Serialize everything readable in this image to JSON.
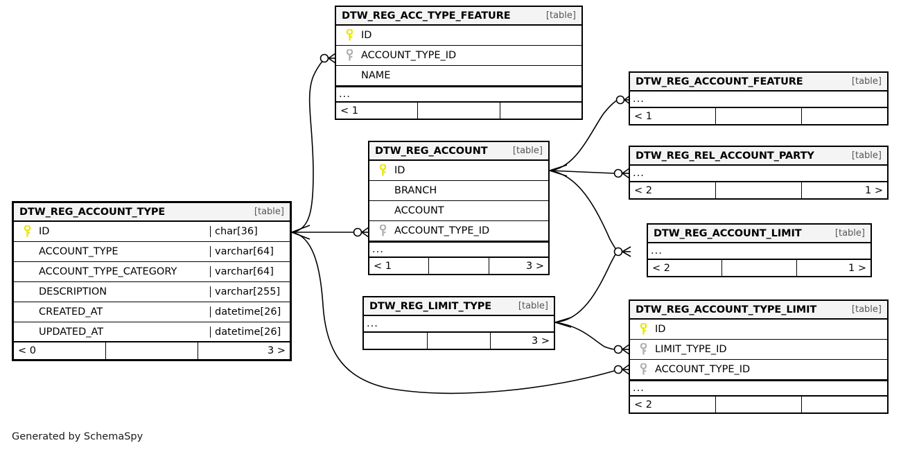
{
  "diagram": {
    "type": "entity-relationship-diagram",
    "generator_note": "Generated by SchemaSpy",
    "table_tag": "[table]",
    "ellipsis": "...",
    "key_colors": {
      "primary": "#e8e800",
      "foreign": "#b0b0b0"
    },
    "header_fill": "#f4f4f4",
    "border_color": "#000000"
  },
  "tables": [
    {
      "id": "acc_type_feature",
      "name": "DTW_REG_ACC_TYPE_FEATURE",
      "tag": "[table]",
      "columns": [
        {
          "key": "primary",
          "name": "ID",
          "type": ""
        },
        {
          "key": "foreign",
          "name": "ACCOUNT_TYPE_ID",
          "type": ""
        },
        {
          "key": "none",
          "name": "NAME",
          "type": ""
        }
      ],
      "has_ellipsis": true,
      "footer": [
        "< 1",
        "",
        ""
      ]
    },
    {
      "id": "account_feature",
      "name": "DTW_REG_ACCOUNT_FEATURE",
      "tag": "[table]",
      "columns": [],
      "has_ellipsis": true,
      "footer": [
        "< 1",
        "",
        ""
      ]
    },
    {
      "id": "rel_account_party",
      "name": "DTW_REG_REL_ACCOUNT_PARTY",
      "tag": "[table]",
      "columns": [],
      "has_ellipsis": true,
      "footer": [
        "< 2",
        "",
        "1 >"
      ]
    },
    {
      "id": "account",
      "name": "DTW_REG_ACCOUNT",
      "tag": "[table]",
      "columns": [
        {
          "key": "primary",
          "name": "ID",
          "type": ""
        },
        {
          "key": "none",
          "name": "BRANCH",
          "type": ""
        },
        {
          "key": "none",
          "name": "ACCOUNT",
          "type": ""
        },
        {
          "key": "foreign",
          "name": "ACCOUNT_TYPE_ID",
          "type": ""
        }
      ],
      "has_ellipsis": true,
      "footer": [
        "< 1",
        "",
        "3 >"
      ]
    },
    {
      "id": "account_limit",
      "name": "DTW_REG_ACCOUNT_LIMIT",
      "tag": "[table]",
      "columns": [],
      "has_ellipsis": true,
      "footer": [
        "< 2",
        "",
        "1 >"
      ]
    },
    {
      "id": "account_type",
      "name": "DTW_REG_ACCOUNT_TYPE",
      "tag": "[table]",
      "columns": [
        {
          "key": "primary",
          "name": "ID",
          "type": "char[36]"
        },
        {
          "key": "none",
          "name": "ACCOUNT_TYPE",
          "type": "varchar[64]"
        },
        {
          "key": "none",
          "name": "ACCOUNT_TYPE_CATEGORY",
          "type": "varchar[64]"
        },
        {
          "key": "none",
          "name": "DESCRIPTION",
          "type": "varchar[255]"
        },
        {
          "key": "none",
          "name": "CREATED_AT",
          "type": "datetime[26]"
        },
        {
          "key": "none",
          "name": "UPDATED_AT",
          "type": "datetime[26]"
        }
      ],
      "has_ellipsis": false,
      "footer": [
        "< 0",
        "",
        "3 >"
      ]
    },
    {
      "id": "limit_type",
      "name": "DTW_REG_LIMIT_TYPE",
      "tag": "[table]",
      "columns": [],
      "has_ellipsis": true,
      "footer": [
        "",
        "",
        "3 >"
      ]
    },
    {
      "id": "account_type_limit",
      "name": "DTW_REG_ACCOUNT_TYPE_LIMIT",
      "tag": "[table]",
      "columns": [
        {
          "key": "primary",
          "name": "ID",
          "type": ""
        },
        {
          "key": "foreign",
          "name": "LIMIT_TYPE_ID",
          "type": ""
        },
        {
          "key": "foreign",
          "name": "ACCOUNT_TYPE_ID",
          "type": ""
        }
      ],
      "has_ellipsis": true,
      "footer": [
        "< 2",
        "",
        ""
      ]
    }
  ],
  "relationships": [
    {
      "from": "account_type",
      "to": "acc_type_feature",
      "to_column": "ACCOUNT_TYPE_ID"
    },
    {
      "from": "account_type",
      "to": "account",
      "to_column": "ACCOUNT_TYPE_ID"
    },
    {
      "from": "account_type",
      "to": "account_type_limit",
      "to_column": "ACCOUNT_TYPE_ID"
    },
    {
      "from": "account",
      "to": "account_feature"
    },
    {
      "from": "account",
      "to": "rel_account_party"
    },
    {
      "from": "account",
      "to": "account_limit"
    },
    {
      "from": "limit_type",
      "to": "account_limit"
    },
    {
      "from": "limit_type",
      "to": "account_type_limit",
      "to_column": "LIMIT_TYPE_ID"
    }
  ],
  "footer_text": "Generated by SchemaSpy"
}
